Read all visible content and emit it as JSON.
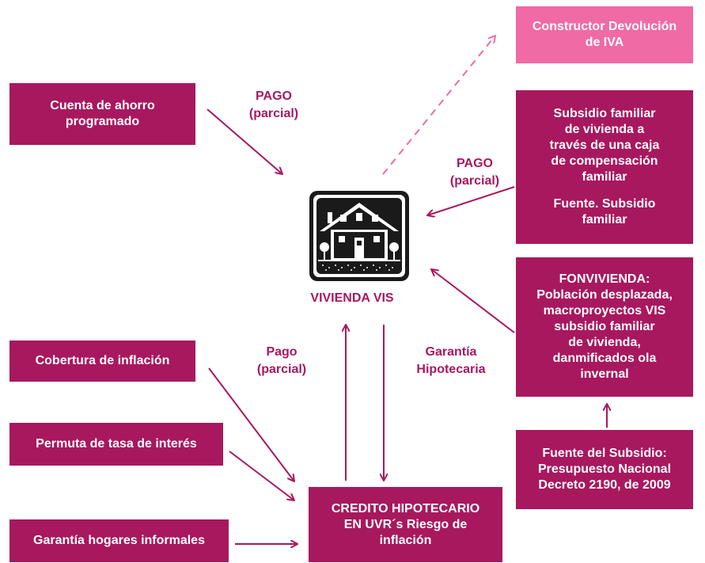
{
  "boxes": {
    "constructor_iva": [
      "Constructor Devolución",
      "de IVA"
    ],
    "cuenta_ahorro": [
      "Cuenta de ahorro",
      "programado"
    ],
    "subsidio_caja": [
      "Subsidio familiar",
      "de vivienda a",
      "través de una caja",
      "de compensación",
      "familiar"
    ],
    "subsidio_fuente": [
      "Fuente. Subsidio",
      "familiar"
    ],
    "fonvivienda": [
      "FONVIVIENDA:",
      "Población desplazada,",
      "macroproyectos VIS",
      "subsidio familiar",
      "de vivienda,",
      "danmificados ola",
      "invernal"
    ],
    "cobertura_inflacion": "Cobertura de inflación",
    "permuta_tasa": "Permuta de tasa de interés",
    "garantia_hogares": "Garantía hogares informales",
    "fuente_subsidio": [
      "Fuente del Subsidio:",
      "Presupuesto Nacional",
      "Decreto 2190, de 2009"
    ],
    "credito_hipotecario": [
      "CREDITO HIPOTECARIO",
      "EN UVR´s Riesgo de",
      "inflación"
    ]
  },
  "labels": {
    "pago_parcial_left": [
      "PAGO",
      "(parcial)"
    ],
    "pago_parcial_right": [
      "PAGO",
      "(parcial)"
    ],
    "pago_parcial_bottom": [
      "Pago",
      "(parcial)"
    ],
    "garantia_hipotecaria": [
      "Garantía",
      "Hipotecaria"
    ]
  },
  "center": {
    "label": "VIVIENDA VIS",
    "icon": "house-icon"
  },
  "colors": {
    "box": "#a8185e",
    "box_light": "#f06aa6",
    "arrow": "#a8185e",
    "arrow_dashed": "#f06aa6"
  }
}
